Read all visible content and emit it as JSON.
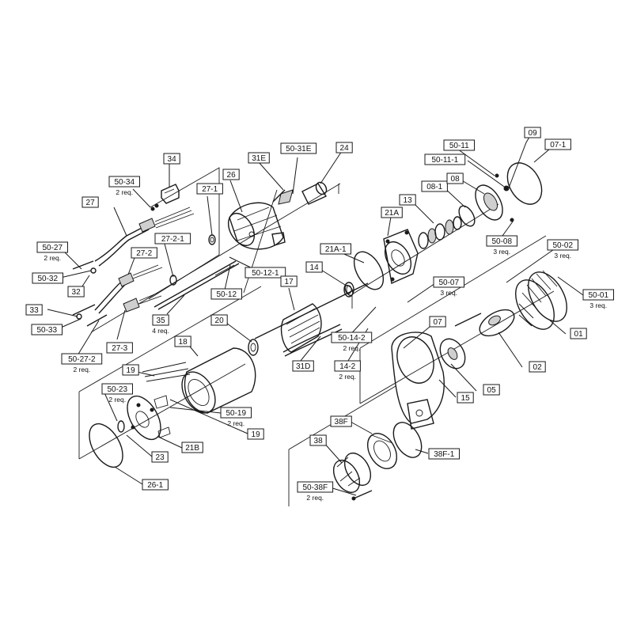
{
  "labels": [
    {
      "id": "34",
      "text": "34"
    },
    {
      "id": "50-34",
      "text": "50-34",
      "qty": "2 req."
    },
    {
      "id": "27-1",
      "text": "27-1"
    },
    {
      "id": "27",
      "text": "27"
    },
    {
      "id": "31E",
      "text": "31E"
    },
    {
      "id": "50-31E",
      "text": "50-31E"
    },
    {
      "id": "24",
      "text": "24"
    },
    {
      "id": "26",
      "text": "26"
    },
    {
      "id": "27-2-1",
      "text": "27-2-1"
    },
    {
      "id": "50-27",
      "text": "50-27",
      "qty": "2 req."
    },
    {
      "id": "27-2",
      "text": "27-2"
    },
    {
      "id": "50-32",
      "text": "50-32"
    },
    {
      "id": "32",
      "text": "32"
    },
    {
      "id": "33",
      "text": "33"
    },
    {
      "id": "50-33",
      "text": "50-33"
    },
    {
      "id": "35",
      "text": "35",
      "qty": "4 req."
    },
    {
      "id": "27-3",
      "text": "27-3"
    },
    {
      "id": "50-27-2",
      "text": "50-27-2",
      "qty": "2 req."
    },
    {
      "id": "50-12-1",
      "text": "50-12-1"
    },
    {
      "id": "50-12",
      "text": "50-12"
    },
    {
      "id": "17",
      "text": "17"
    },
    {
      "id": "14",
      "text": "14"
    },
    {
      "id": "21A-1",
      "text": "21A-1"
    },
    {
      "id": "21A",
      "text": "21A"
    },
    {
      "id": "13",
      "text": "13"
    },
    {
      "id": "08-1",
      "text": "08-1"
    },
    {
      "id": "08",
      "text": "08"
    },
    {
      "id": "50-11",
      "text": "50-11"
    },
    {
      "id": "50-11-1",
      "text": "50-11-1"
    },
    {
      "id": "09",
      "text": "09"
    },
    {
      "id": "07-1",
      "text": "07-1"
    },
    {
      "id": "50-08",
      "text": "50-08",
      "qty": "3 req."
    },
    {
      "id": "50-02",
      "text": "50-02",
      "qty": "3 req."
    },
    {
      "id": "50-01",
      "text": "50-01",
      "qty": "3 req."
    },
    {
      "id": "01",
      "text": "01"
    },
    {
      "id": "02",
      "text": "02"
    },
    {
      "id": "50-07",
      "text": "50-07",
      "qty": "3 req."
    },
    {
      "id": "07",
      "text": "07"
    },
    {
      "id": "05",
      "text": "05"
    },
    {
      "id": "15",
      "text": "15"
    },
    {
      "id": "50-14-2",
      "text": "50-14-2",
      "qty": "2 req."
    },
    {
      "id": "14-2",
      "text": "14-2",
      "qty": "2 req."
    },
    {
      "id": "31D",
      "text": "31D"
    },
    {
      "id": "20",
      "text": "20"
    },
    {
      "id": "18",
      "text": "18"
    },
    {
      "id": "19a",
      "text": "19"
    },
    {
      "id": "50-23",
      "text": "50-23",
      "qty": "2 req."
    },
    {
      "id": "50-19",
      "text": "50-19",
      "qty": "2 req."
    },
    {
      "id": "19b",
      "text": "19"
    },
    {
      "id": "21B",
      "text": "21B"
    },
    {
      "id": "23",
      "text": "23"
    },
    {
      "id": "26-1",
      "text": "26-1"
    },
    {
      "id": "38F",
      "text": "38F"
    },
    {
      "id": "38",
      "text": "38"
    },
    {
      "id": "38F-1",
      "text": "38F-1"
    },
    {
      "id": "50-38F",
      "text": "50-38F",
      "qty": "2 req."
    }
  ]
}
